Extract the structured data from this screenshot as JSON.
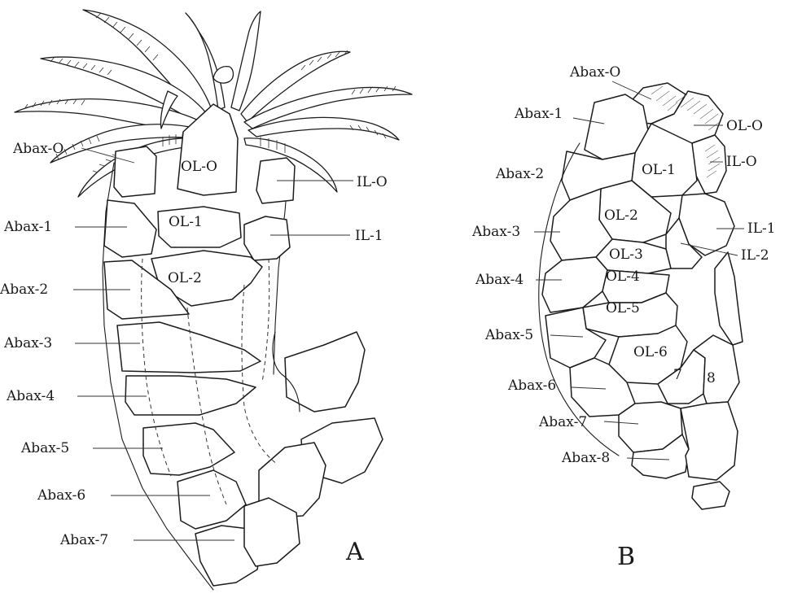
{
  "figure": {
    "panel_a": {
      "letter": "A",
      "labels": {
        "abax_o": "Abax-O",
        "ol_o": "OL-O",
        "il_o": "IL-O",
        "abax_1": "Abax-1",
        "ol_1": "OL-1",
        "il_1": "IL-1",
        "abax_2": "Abax-2",
        "ol_2": "OL-2",
        "abax_3": "Abax-3",
        "abax_4": "Abax-4",
        "abax_5": "Abax-5",
        "abax_6": "Abax-6",
        "abax_7": "Abax-7"
      }
    },
    "panel_b": {
      "letter": "B",
      "labels": {
        "abax_o": "Abax-O",
        "abax_1": "Abax-1",
        "ol_o": "OL-O",
        "il_o": "IL-O",
        "abax_2": "Abax-2",
        "ol_1": "OL-1",
        "il_1": "IL-1",
        "abax_3": "Abax-3",
        "ol_2": "OL-2",
        "il_2": "IL-2",
        "ol_3": "OL-3",
        "abax_4": "Abax-4",
        "ol_4": "OL-4",
        "ol_5": "OL-5",
        "abax_5": "Abax-5",
        "ol_6": "OL-6",
        "abax_6": "Abax-6",
        "n7": "7",
        "n8": "8",
        "abax_7": "Abax-7",
        "abax_8": "Abax-8"
      }
    }
  }
}
